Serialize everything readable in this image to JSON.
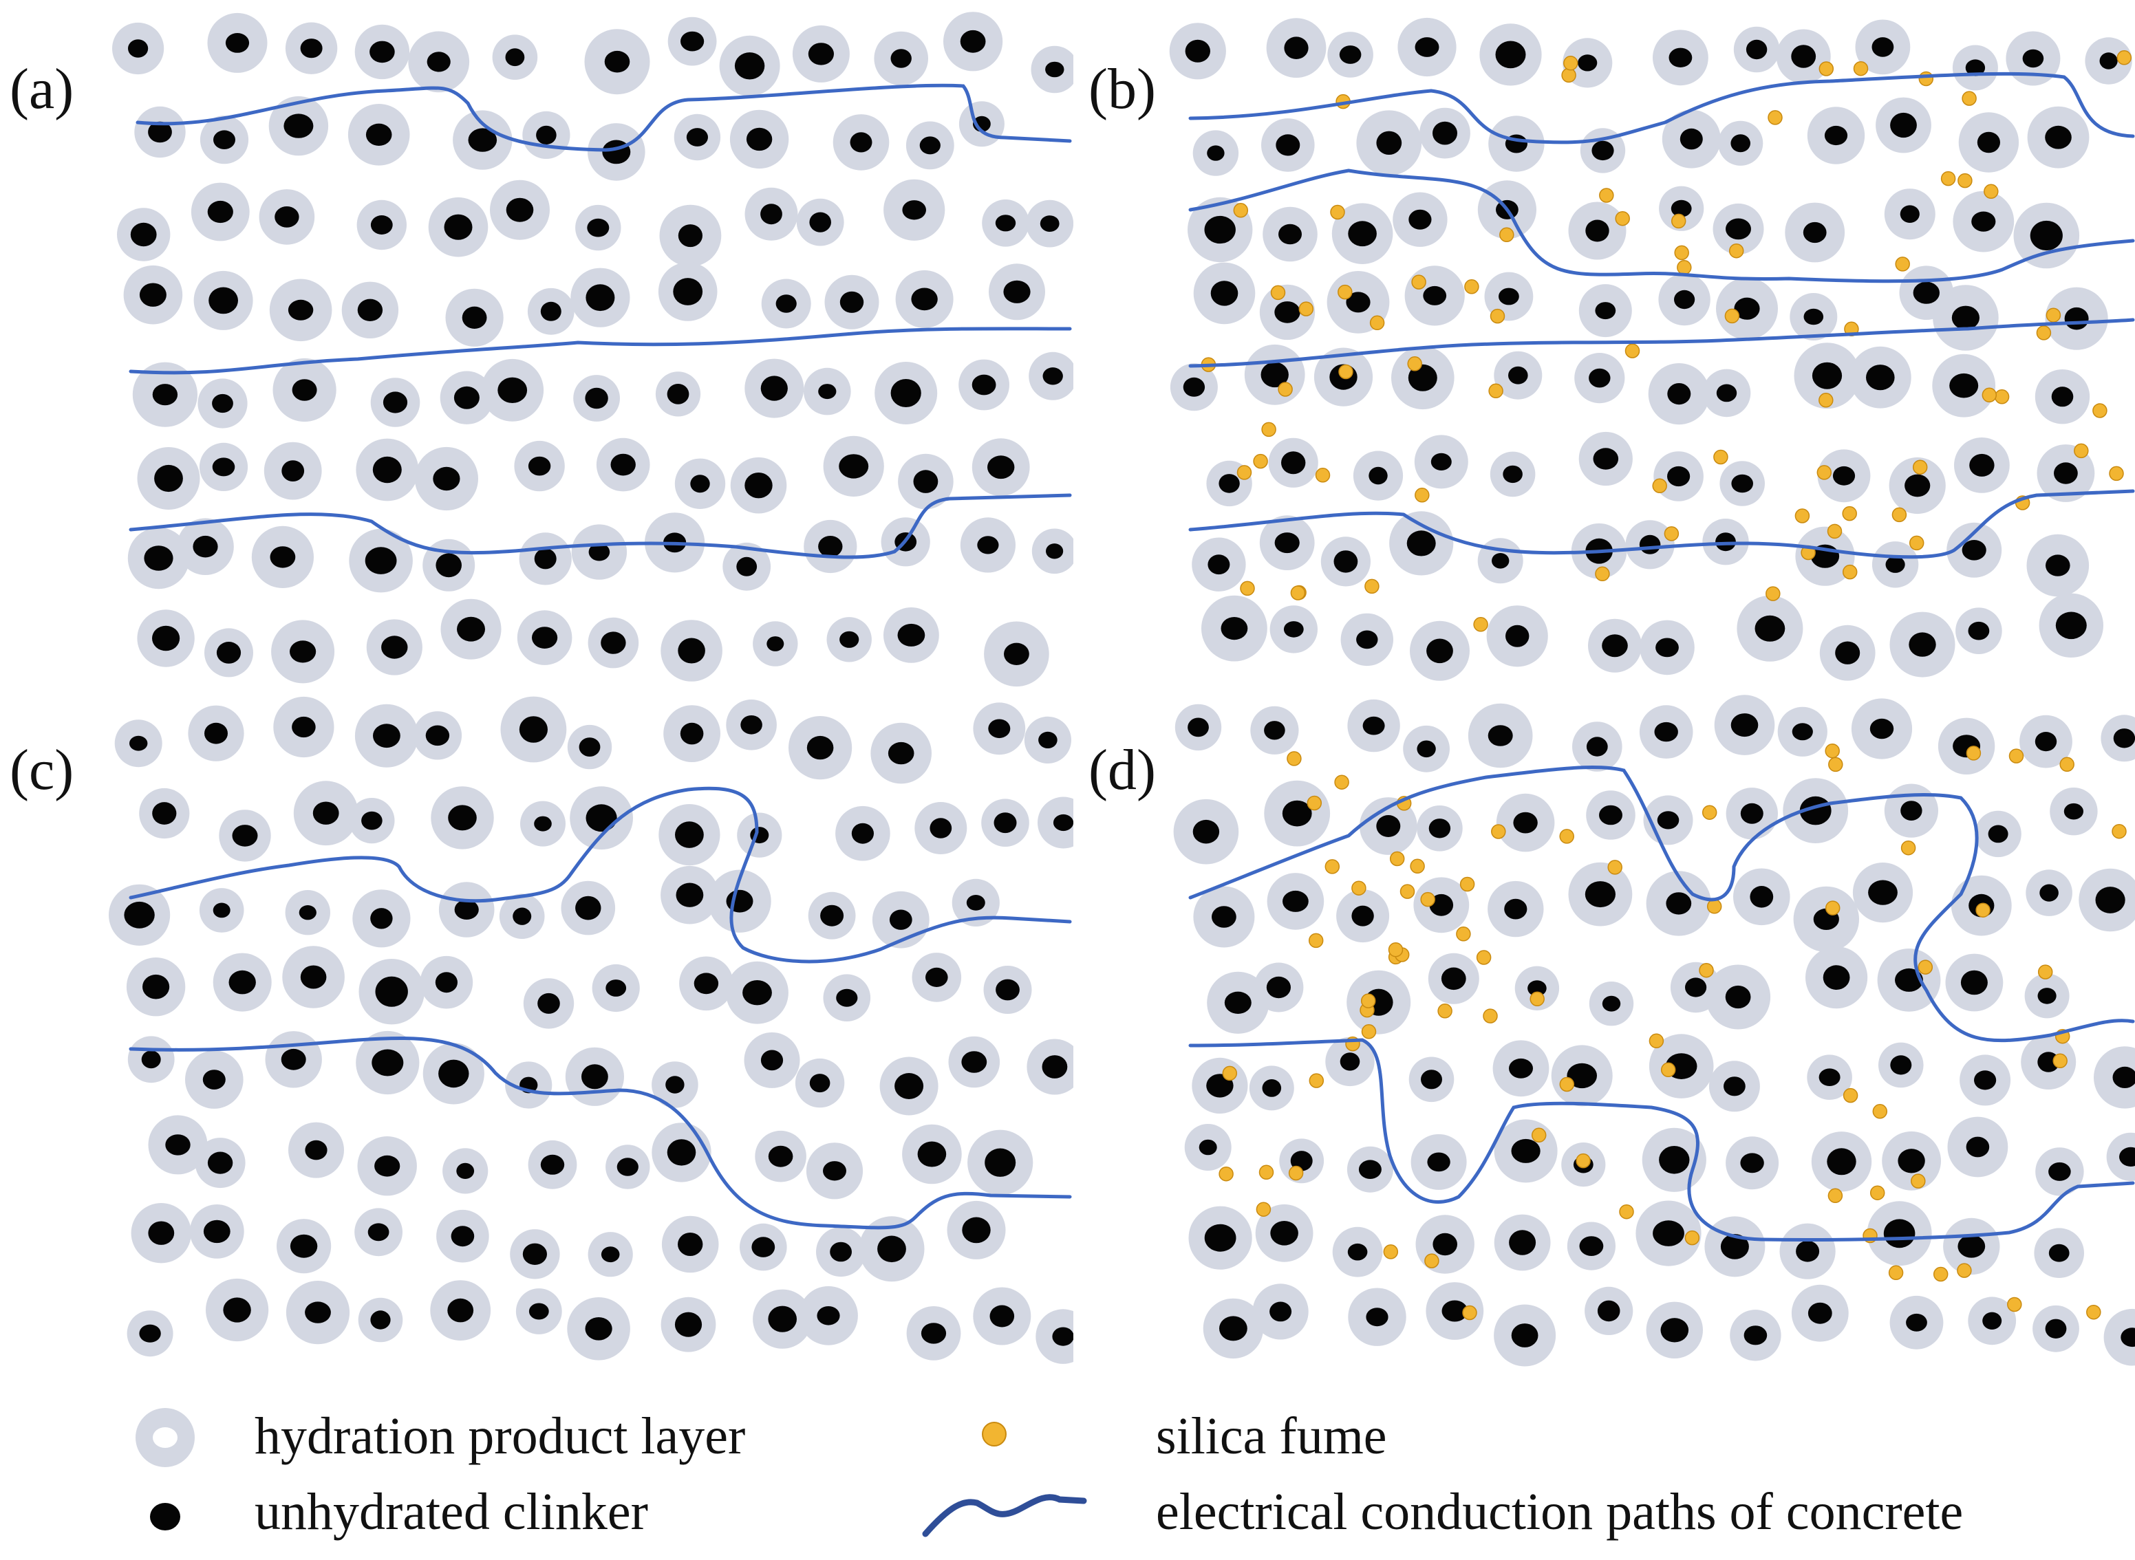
{
  "panels": [
    {
      "id": "a",
      "label": "(a)",
      "silica_fume": false,
      "tortuous_paths": false
    },
    {
      "id": "b",
      "label": "(b)",
      "silica_fume": true,
      "tortuous_paths": false
    },
    {
      "id": "c",
      "label": "(c)",
      "silica_fume": false,
      "tortuous_paths": true
    },
    {
      "id": "d",
      "label": "(d)",
      "silica_fume": true,
      "tortuous_paths": true
    }
  ],
  "legend": {
    "hydration_product_layer": "hydration product layer",
    "unhydrated_clinker": "unhydrated clinker",
    "silica_fume": "silica fume",
    "conduction_paths": "electrical conduction paths of concrete"
  },
  "colors": {
    "hydration_layer": "#d3d7e2",
    "clinker": "#050505",
    "silica_fume": "#f2b531",
    "silica_fume_edge": "#c98a10",
    "path": "#3d68c4"
  },
  "icons": {
    "hydration_product_layer": "hydration-layer-icon",
    "unhydrated_clinker": "clinker-icon",
    "silica_fume": "silica-fume-icon",
    "conduction_paths": "conduction-path-icon"
  }
}
